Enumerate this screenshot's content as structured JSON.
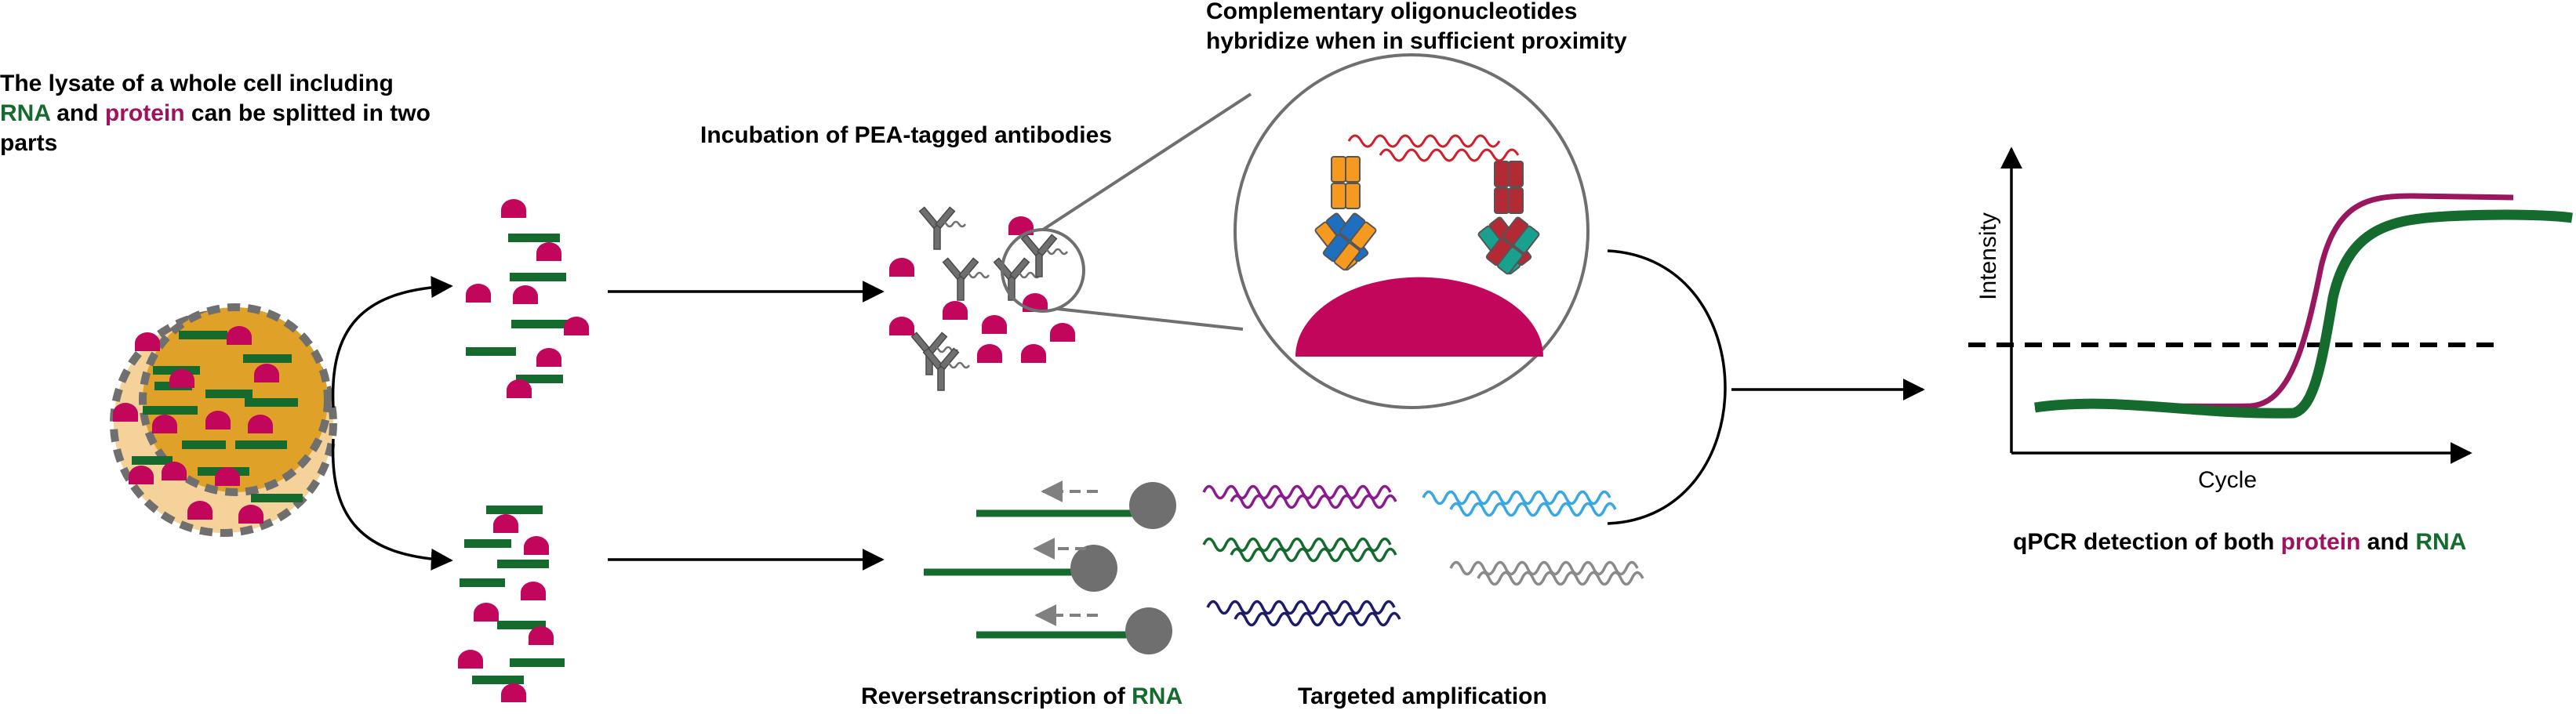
{
  "colors": {
    "rna_green": "#156b2d",
    "protein_magenta": "#c2065b",
    "curve_magenta": "#99175f",
    "antibody_gray": "#6f6f6f",
    "cell_inner": "#e0a128",
    "cell_outer": "#f4d299",
    "oligo_purple": "#8b1a8e",
    "oligo_blue": "#3aa6e3",
    "oligo_navy": "#1c1c6b",
    "oligo_gray": "#8a8a8a",
    "oligo_red": "#d01f2a",
    "antibody_orange": "#f59a1e",
    "antibody_blue": "#1e6fbf",
    "antibody_red": "#b32a35",
    "antibody_teal": "#1aa08e"
  },
  "labels": {
    "lysate": {
      "line1": "The lysate of a whole cell including",
      "line2_a": "RNA",
      "line2_b": " and ",
      "line2_c": "protein",
      "line2_d": " can be splitted in two",
      "line3": "parts"
    },
    "incubation": "Incubation of PEA-tagged antibodies",
    "hybridize_line1": "Complementary oligonucleotides",
    "hybridize_line2": "hybridize when in sufficient proximity",
    "reverse_a": "Reversetranscription of ",
    "reverse_b": "RNA",
    "amplification": "Targeted amplification",
    "qpcr_a": "qPCR detection of both ",
    "qpcr_b": "protein",
    "qpcr_c": " and  ",
    "qpcr_d": "RNA"
  },
  "plot": {
    "ylabel": "Intensity",
    "xlabel": "Cycle"
  },
  "icons": [
    "cell-icon",
    "protein-icon",
    "rna-fragment-icon",
    "antibody-icon",
    "magnifier-icon",
    "oligonucleotide-icon",
    "primer-icon",
    "arrow-icon"
  ]
}
